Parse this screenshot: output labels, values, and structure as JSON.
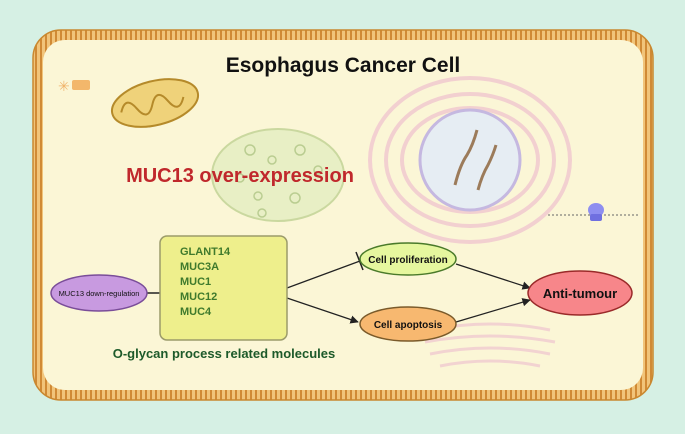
{
  "title": "Esophagus Cancer Cell",
  "headline": "MUC13 over-expression",
  "input_node": "MUC13 down-regulation",
  "gene_box": {
    "genes": [
      "GLANT14",
      "MUC3A",
      "MUC1",
      "MUC12",
      "MUC4"
    ],
    "caption": "O-glycan process related molecules"
  },
  "effects": {
    "proliferation": "Cell proliferation",
    "apoptosis": "Cell apoptosis"
  },
  "outcome": "Anti-tumour",
  "colors": {
    "background": "#d6f0e4",
    "cell_fill": "#fbf6d6",
    "membrane": "#e0a24a",
    "gene_box": "#eeef8c",
    "input_node": "#c89ae0",
    "proliferation_node": "#e6f79e",
    "apoptosis_node": "#f7b870",
    "outcome_node": "#f7868a",
    "headline": "#c0282c",
    "caption": "#1d5a2a"
  }
}
